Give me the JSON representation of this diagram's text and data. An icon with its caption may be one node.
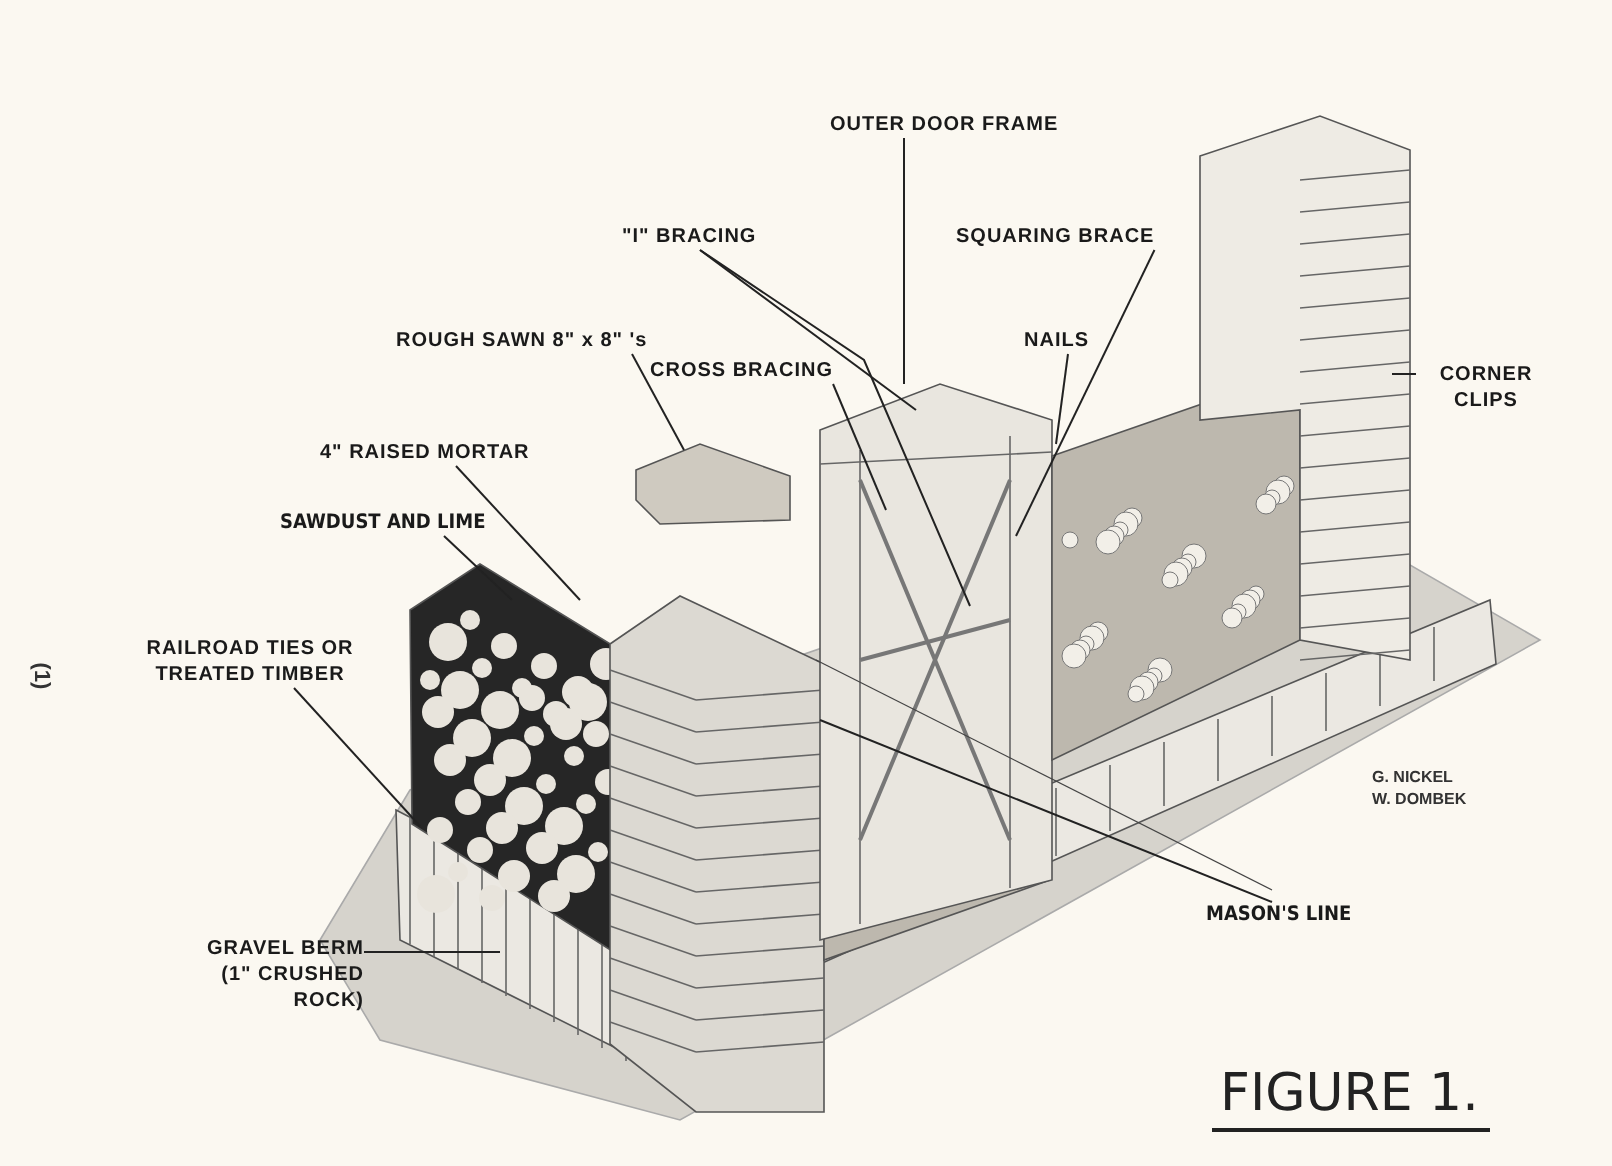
{
  "diagram": {
    "caption": "FIGURE 1.",
    "nodes": [
      {
        "text": [
          "OUTER DOOR FRAME"
        ]
      },
      {
        "text": [
          "\"I\" BRACING"
        ]
      },
      {
        "text": [
          "SQUARING BRACE"
        ]
      },
      {
        "text": [
          "ROUGH SAWN 8\" x 8\"  's"
        ]
      },
      {
        "text": [
          "CROSS BRACING"
        ]
      },
      {
        "text": [
          "NAILS"
        ]
      },
      {
        "text": [
          "CORNER CLIPS"
        ]
      },
      {
        "text": [
          "4\" RAISED MORTAR"
        ]
      },
      {
        "text": [
          "SAWDUST AND LIME"
        ]
      },
      {
        "text": [
          "RAILROAD TIES OR TREATED TIMBER"
        ]
      },
      {
        "text": [
          "GRAVEL BERM (1\" CRUSHED ROCK)"
        ]
      },
      {
        "text": [
          "MASON'S LINE"
        ]
      }
    ],
    "edges": [
      {
        "from": 0,
        "to": null,
        "arrow": "none"
      },
      {
        "from": 1,
        "to": null,
        "arrow": "none"
      },
      {
        "from": 1,
        "to": null,
        "arrow": "none"
      },
      {
        "from": 2,
        "to": null,
        "arrow": "none"
      },
      {
        "from": 3,
        "to": null,
        "arrow": "none"
      },
      {
        "from": 4,
        "to": null,
        "arrow": "none"
      },
      {
        "from": 5,
        "to": null,
        "arrow": "none"
      },
      {
        "from": 6,
        "to": null,
        "arrow": "none"
      },
      {
        "from": 7,
        "to": null,
        "arrow": "none"
      },
      {
        "from": 8,
        "to": null,
        "arrow": "none"
      },
      {
        "from": 9,
        "to": null,
        "arrow": "none"
      },
      {
        "from": 10,
        "to": null,
        "arrow": "none"
      },
      {
        "from": 11,
        "to": null,
        "arrow": "none"
      }
    ],
    "labels": [
      "(1)",
      "G. NICKEL",
      "W. DOMBEK"
    ]
  }
}
